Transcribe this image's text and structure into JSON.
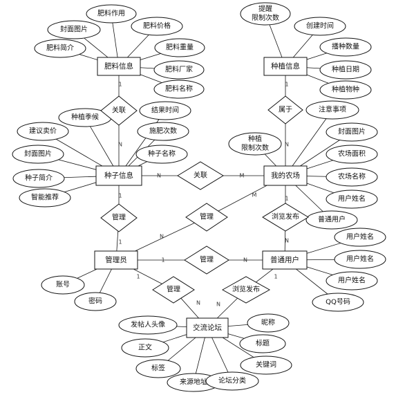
{
  "entities": {
    "fertilizer": "肥料信息",
    "planting": "种植信息",
    "seed": "种子信息",
    "myfarm": "我的农场",
    "admin": "管理员",
    "user": "普通用户",
    "forum": "交流论坛"
  },
  "relations": {
    "fert_seed": "关联",
    "plant_farm": "属于",
    "seed_farm": "关联",
    "seed_admin": "管理",
    "admin_farm": "管理",
    "admin_user": "管理",
    "farm_user": "浏览发布",
    "admin_forum": "管理",
    "user_forum": "浏览发布"
  },
  "attributes": {
    "fert_cover": "封面图片",
    "fert_use": "肥料作用",
    "fert_price": "肥料价格",
    "fert_intro": "肥料简介",
    "fert_weight": "肥料重量",
    "fert_maker": "肥料厂家",
    "fert_name": "肥料名称",
    "plant_remind_l1": "提醒",
    "plant_remind_l2": "限制次数",
    "plant_created": "创建时间",
    "plant_qty": "播种数量",
    "plant_date": "种植日期",
    "plant_species": "种植物种",
    "seed_season": "种植季候",
    "seed_harvest": "结果时间",
    "seed_price": "建议卖价",
    "seed_fert_times": "施肥次数",
    "seed_cover": "封面图片",
    "seed_name": "种子名称",
    "seed_intro": "种子简介",
    "seed_recommend": "智能推荐",
    "farm_limit_l1": "种植",
    "farm_limit_l2": "限制次数",
    "farm_notes": "注意事项",
    "farm_cover": "封面图片",
    "farm_area": "农场面积",
    "farm_name": "农场名称",
    "farm_username": "用户姓名",
    "farm_user": "普通用户",
    "admin_account": "账号",
    "admin_password": "密码",
    "user_name_1": "用户姓名",
    "user_name_2": "用户姓名",
    "user_name_3": "用户姓名",
    "user_qq": "QQ号码",
    "forum_avatar": "发帖人头像",
    "forum_body": "正文",
    "forum_tags": "标签",
    "forum_source": "来源地址",
    "forum_category": "论坛分类",
    "forum_keywords": "关键词",
    "forum_title": "标题",
    "forum_nickname": "昵称"
  },
  "cardinality": {
    "n": "N",
    "m": "M",
    "one": "1"
  }
}
